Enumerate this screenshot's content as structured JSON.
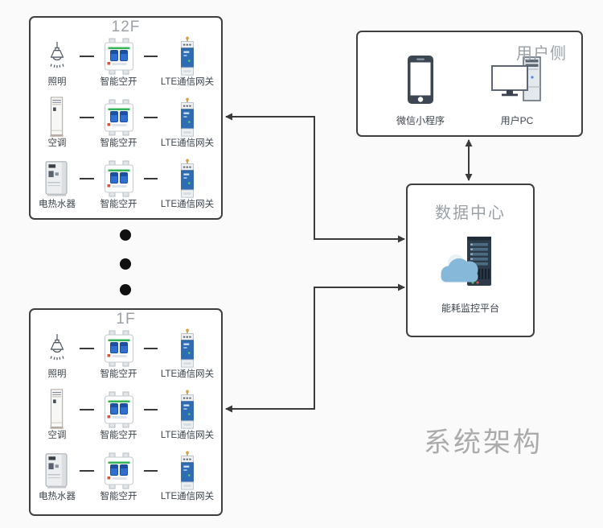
{
  "diagram_title": "系统架构",
  "floors": [
    {
      "name": "12F",
      "rows": [
        {
          "device": "照明",
          "device_icon": "lamp-icon",
          "breaker": "智能空开",
          "gateway": "LTE通信网关"
        },
        {
          "device": "空调",
          "device_icon": "air-conditioner-icon",
          "breaker": "智能空开",
          "gateway": "LTE通信网关"
        },
        {
          "device": "电热水器",
          "device_icon": "water-heater-icon",
          "breaker": "智能空开",
          "gateway": "LTE通信网关"
        }
      ]
    },
    {
      "name": "1F",
      "rows": [
        {
          "device": "照明",
          "device_icon": "lamp-icon",
          "breaker": "智能空开",
          "gateway": "LTE通信网关"
        },
        {
          "device": "空调",
          "device_icon": "air-conditioner-icon",
          "breaker": "智能空开",
          "gateway": "LTE通信网关"
        },
        {
          "device": "电热水器",
          "device_icon": "water-heater-icon",
          "breaker": "智能空开",
          "gateway": "LTE通信网关"
        }
      ]
    }
  ],
  "user_side": {
    "title": "用户侧",
    "items": [
      {
        "label": "微信小程序",
        "icon": "smartphone-icon"
      },
      {
        "label": "用户PC",
        "icon": "desktop-pc-icon"
      }
    ]
  },
  "data_center": {
    "title": "数据中心",
    "platform": "能耗监控平台",
    "icon": "cloud-server-icon"
  },
  "colors": {
    "connector": "#3a3a3a",
    "box_border": "#3f3f3f",
    "muted_title": "#9ba1a6",
    "watermark_gray": "#ababab",
    "breaker_blue": "#2f6fd1",
    "breaker_green": "#35b558",
    "gateway_blue": "#2e6cb3",
    "cloud_blue": "#86b8da",
    "server_dark": "#2c3b4a"
  }
}
